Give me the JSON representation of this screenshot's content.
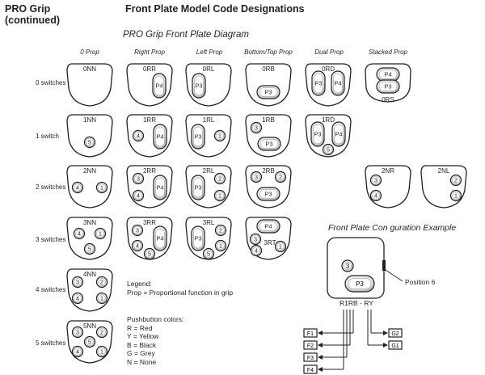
{
  "header": {
    "grip_title_line1": "PRO Grip",
    "grip_title_line2": "(continued)",
    "main_title": "Front Plate Model Code Designations",
    "subtitle": "PRO Grip Front Plate Diagram"
  },
  "columns": [
    "0 Prop",
    "Right Prop",
    "Left Prop",
    "Bottom/Top Prop",
    "Dual Prop",
    "Stacked Prop"
  ],
  "rows": [
    "0 switches",
    "1 switch",
    "2 switches",
    "3 switches",
    "4 switches",
    "5 switches"
  ],
  "plates": [
    {
      "code": "0NN",
      "buttons": []
    },
    {
      "code": "0RR",
      "buttons": [
        "P4"
      ]
    },
    {
      "code": "0RL",
      "buttons": [
        "P3"
      ]
    },
    {
      "code": "0RB",
      "buttons": [
        "P3"
      ]
    },
    {
      "code": "0RD",
      "buttons": [
        "P3",
        "P4"
      ]
    },
    {
      "code": "0RS",
      "buttons": [
        "P4",
        "P3"
      ]
    },
    {
      "code": "1NN",
      "buttons": [
        "5"
      ]
    },
    {
      "code": "1RR",
      "buttons": [
        "4",
        "P4"
      ]
    },
    {
      "code": "1RL",
      "buttons": [
        "P3",
        "1"
      ]
    },
    {
      "code": "1RB",
      "buttons": [
        "3",
        "P3"
      ]
    },
    {
      "code": "1RD",
      "buttons": [
        "P3",
        "P4",
        "5"
      ]
    },
    {
      "code": "2NN",
      "buttons": [
        "4",
        "1"
      ]
    },
    {
      "code": "2RR",
      "buttons": [
        "3",
        "4",
        "P4"
      ]
    },
    {
      "code": "2RL",
      "buttons": [
        "P3",
        "2",
        "1"
      ]
    },
    {
      "code": "2RB",
      "buttons": [
        "3",
        "2",
        "P3"
      ]
    },
    {
      "code": "2NR",
      "buttons": [
        "3",
        "4"
      ]
    },
    {
      "code": "2NL",
      "buttons": [
        "2",
        "1"
      ]
    },
    {
      "code": "3NN",
      "buttons": [
        "4",
        "1",
        "5"
      ]
    },
    {
      "code": "3RR",
      "buttons": [
        "3",
        "4",
        "5",
        "P4"
      ]
    },
    {
      "code": "3RL",
      "buttons": [
        "P3",
        "2",
        "1",
        "5"
      ]
    },
    {
      "code": "3RT",
      "buttons": [
        "P4",
        "3",
        "4",
        "1"
      ]
    },
    {
      "code": "4NN",
      "buttons": [
        "3",
        "2",
        "4",
        "1"
      ]
    },
    {
      "code": "5NN",
      "buttons": [
        "3",
        "2",
        "5",
        "4",
        "1"
      ]
    }
  ],
  "legend": {
    "title": "Legend:",
    "prop_line": "Prop = Proportional function in grip",
    "colors_title": "Pushbutton colors:",
    "colors": [
      "R = Red",
      "Y = Yellow",
      "B = Black",
      "G = Grey",
      "N = None"
    ]
  },
  "example": {
    "title": "Front Plate Con  guration Example",
    "button_3": "3",
    "button_p3": "P3",
    "position_label": "Position 6",
    "code_text": "R1RB - RY",
    "outputs_left": [
      "F1",
      "F2",
      "F3",
      "F4"
    ],
    "outputs_right": [
      "G2",
      "G1"
    ]
  }
}
